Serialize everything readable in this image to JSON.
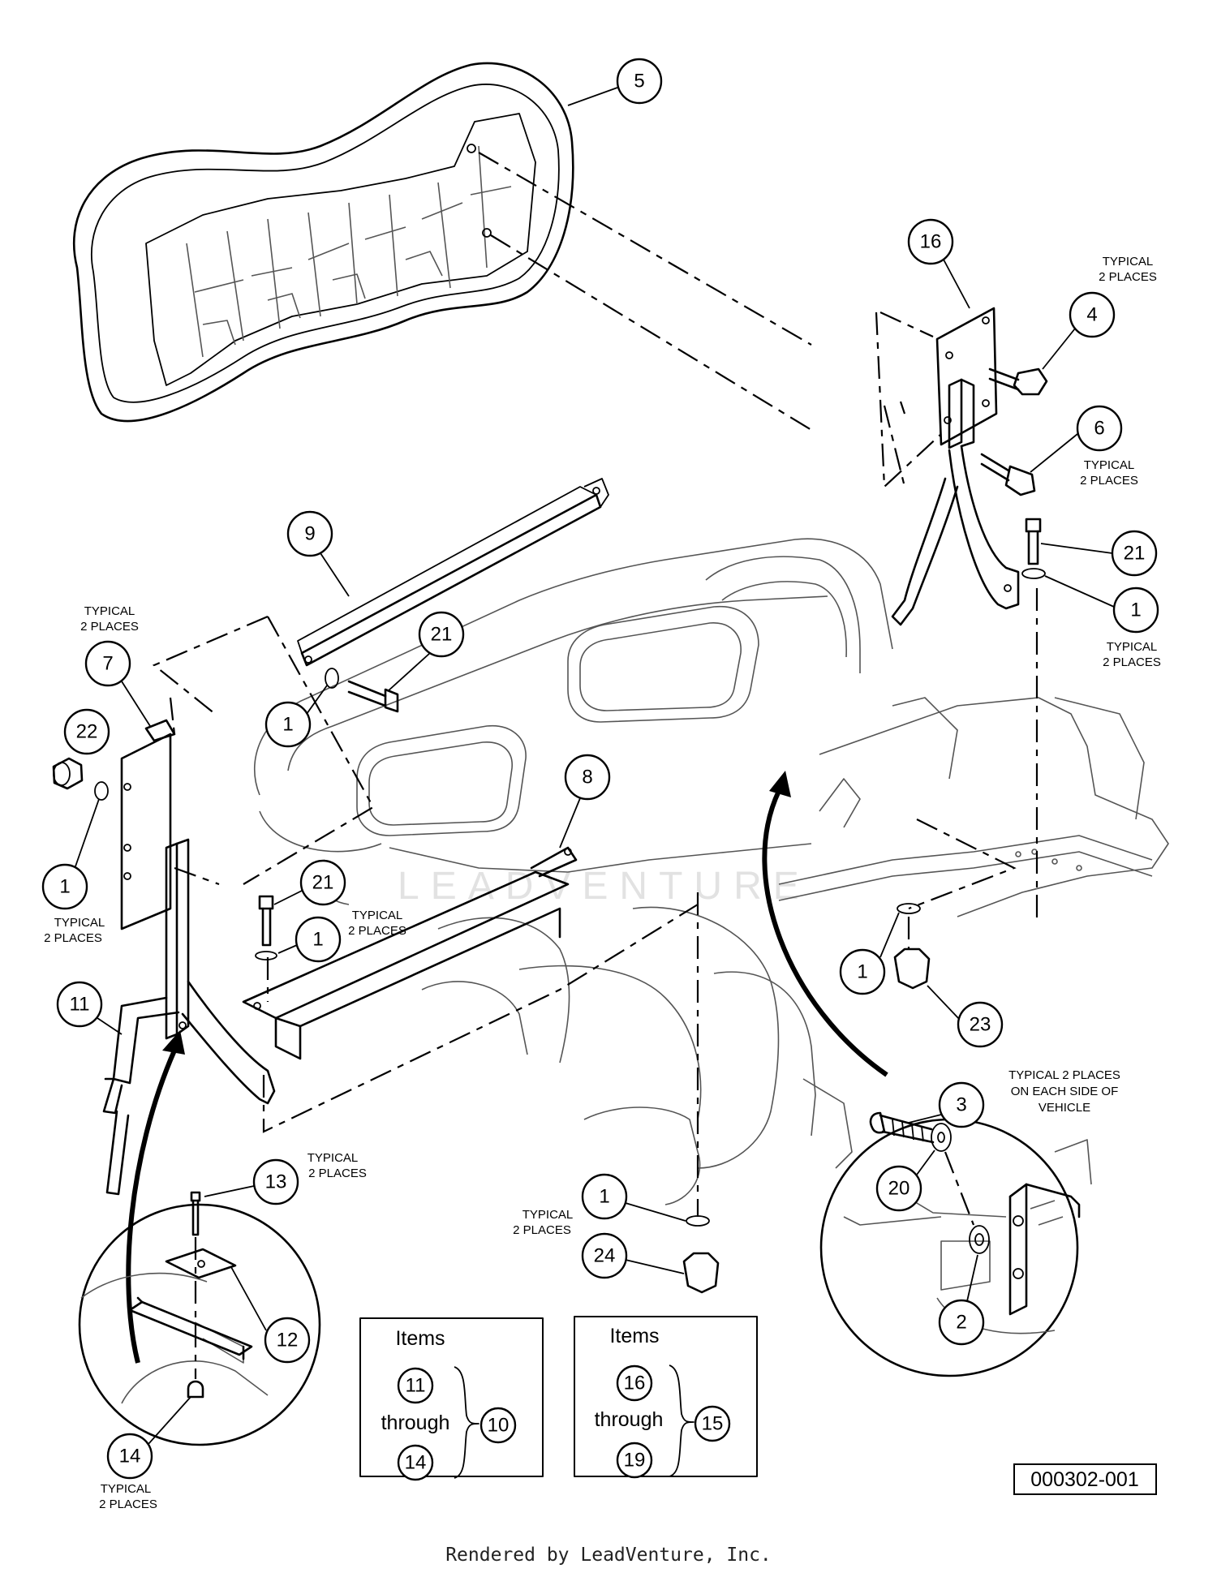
{
  "figure_code": "000302-001",
  "footer_text": "Rendered by LeadVenture, Inc.",
  "watermark_text": "LEADVENTURE",
  "callouts": {
    "c5": "5",
    "c16": "16",
    "c4": "4",
    "c6": "6",
    "c21a": "21",
    "c1a": "1",
    "c9": "9",
    "c21b": "21",
    "c1b": "1",
    "c7": "7",
    "c22": "22",
    "c1c": "1",
    "c8": "8",
    "c21c": "21",
    "c1d": "1",
    "c11": "11",
    "c1e": "1",
    "c23": "23",
    "c13": "13",
    "c12": "12",
    "c14": "14",
    "c1f": "1",
    "c24": "24",
    "c3": "3",
    "c20": "20",
    "c2": "2",
    "box1_a": "11",
    "box1_b": "14",
    "box1_total": "10",
    "box2_a": "16",
    "box2_b": "19",
    "box2_total": "15"
  },
  "notes": {
    "typical_2_places": "TYPICAL",
    "places": "2 PLACES",
    "detail_line1": "TYPICAL 2 PLACES",
    "detail_line2": "ON EACH SIDE OF",
    "detail_line3": "VEHICLE"
  },
  "legend_boxes": {
    "items_label": "Items",
    "through_label": "through"
  }
}
